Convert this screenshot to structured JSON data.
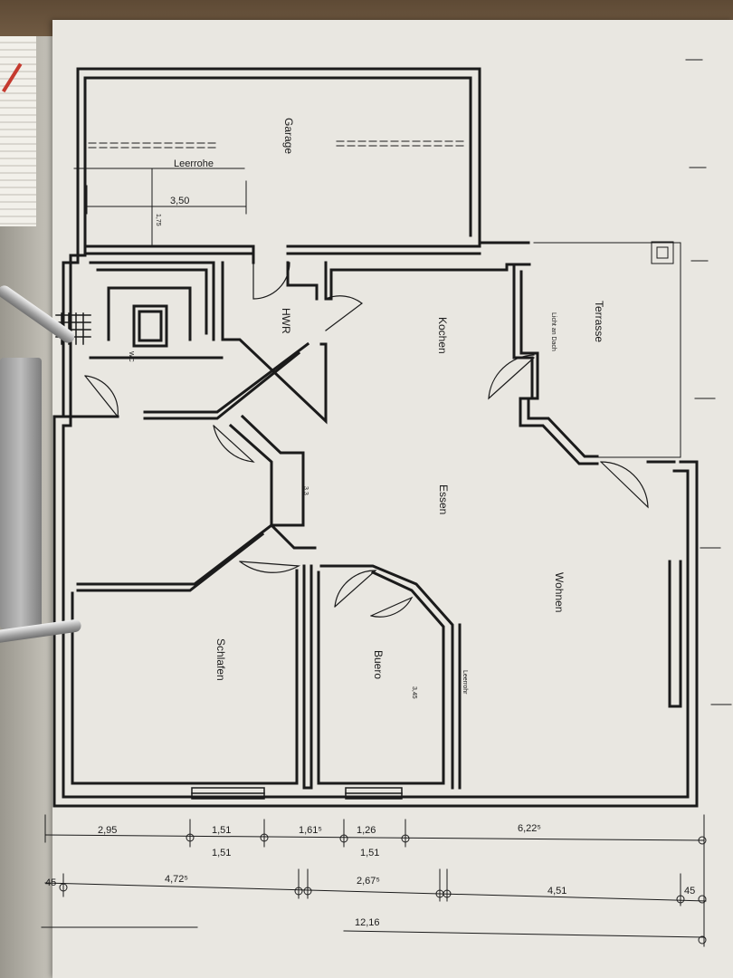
{
  "rooms": {
    "garage": "Garage",
    "hwr": "HWR",
    "kochen": "Kochen",
    "terrasse": "Terrasse",
    "essen": "Essen",
    "wohnen": "Wohnen",
    "schlafen": "Schlafen",
    "buero": "Buero"
  },
  "annotations": {
    "leerrohr_top": "Leerrohe",
    "leerrohr_right": "Leerrohr",
    "garage_width": "3,50",
    "garage_depth": "1,75",
    "terrasse_note": "Licht an Dach",
    "wc_label": "WC",
    "hall_mark": "3,3",
    "buero_mark": "3,45"
  },
  "dimensions": {
    "row1": [
      "2,95",
      "1,51",
      "1,61⁵",
      "1,26",
      "6,22⁵"
    ],
    "row1_sub": [
      "1,51",
      "1,51"
    ],
    "row2": [
      "45",
      "4,72⁵",
      "2,67⁵",
      "4,51",
      "45"
    ],
    "total": "12,16"
  },
  "colors": {
    "paper": "#e9e7e1",
    "ink": "#1b1b1b",
    "desk": "#6b5a46"
  }
}
